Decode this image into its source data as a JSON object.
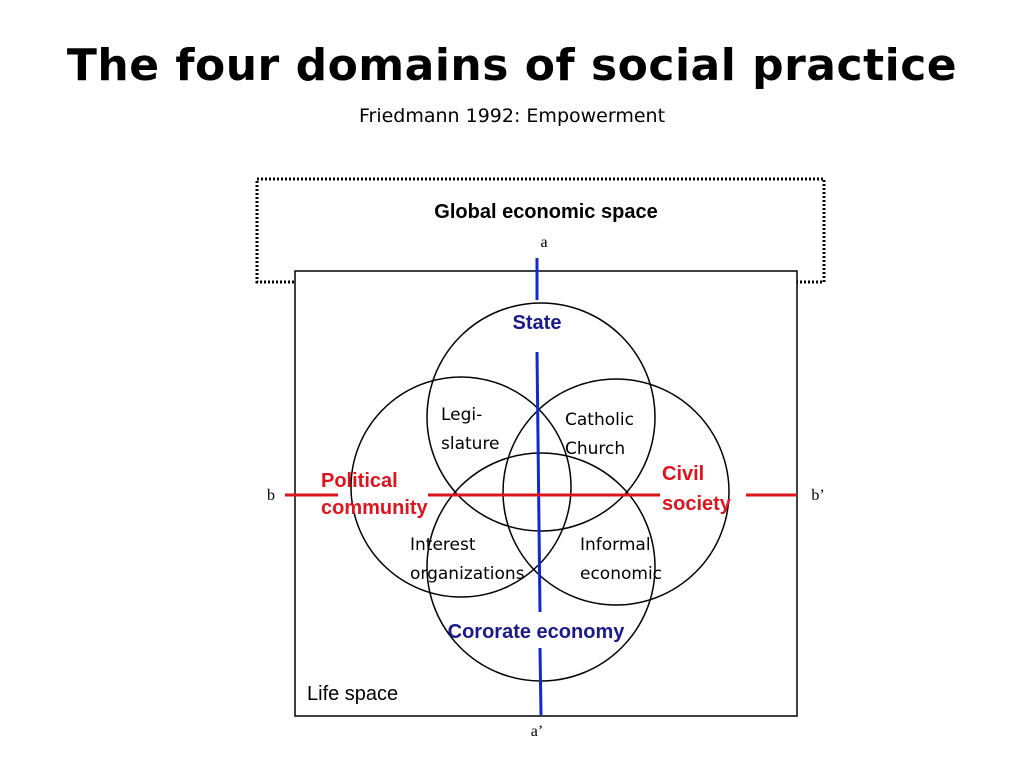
{
  "title": "The four domains of social practice",
  "subtitle": "Friedmann 1992: Empowerment",
  "diagram": {
    "outer_box_label": "Global economic space",
    "inner_box_label": "Life space",
    "axes": {
      "vertical_top": "a",
      "vertical_bottom": "a’",
      "horizontal_left": "b",
      "horizontal_right": "b’"
    },
    "domains": {
      "state": "State",
      "political_community": [
        "Political",
        "community"
      ],
      "civil_society": [
        "Civil",
        "society"
      ],
      "corporate_economy": "Cororate economy"
    },
    "overlaps": {
      "legislature": [
        "Legi-",
        "slature"
      ],
      "catholic_church": [
        "Catholic",
        "Church"
      ],
      "interest_organizations": [
        "Interest",
        "organizations"
      ],
      "informal_economic": [
        "Informal",
        "economic"
      ]
    },
    "colors": {
      "state_label": "#1a1a8c",
      "corporate_label": "#1a1a8c",
      "political_label": "#e0141c",
      "civil_label": "#e0141c",
      "vertical_axis": "#1428d2",
      "horizontal_axis": "#e0141c"
    }
  }
}
